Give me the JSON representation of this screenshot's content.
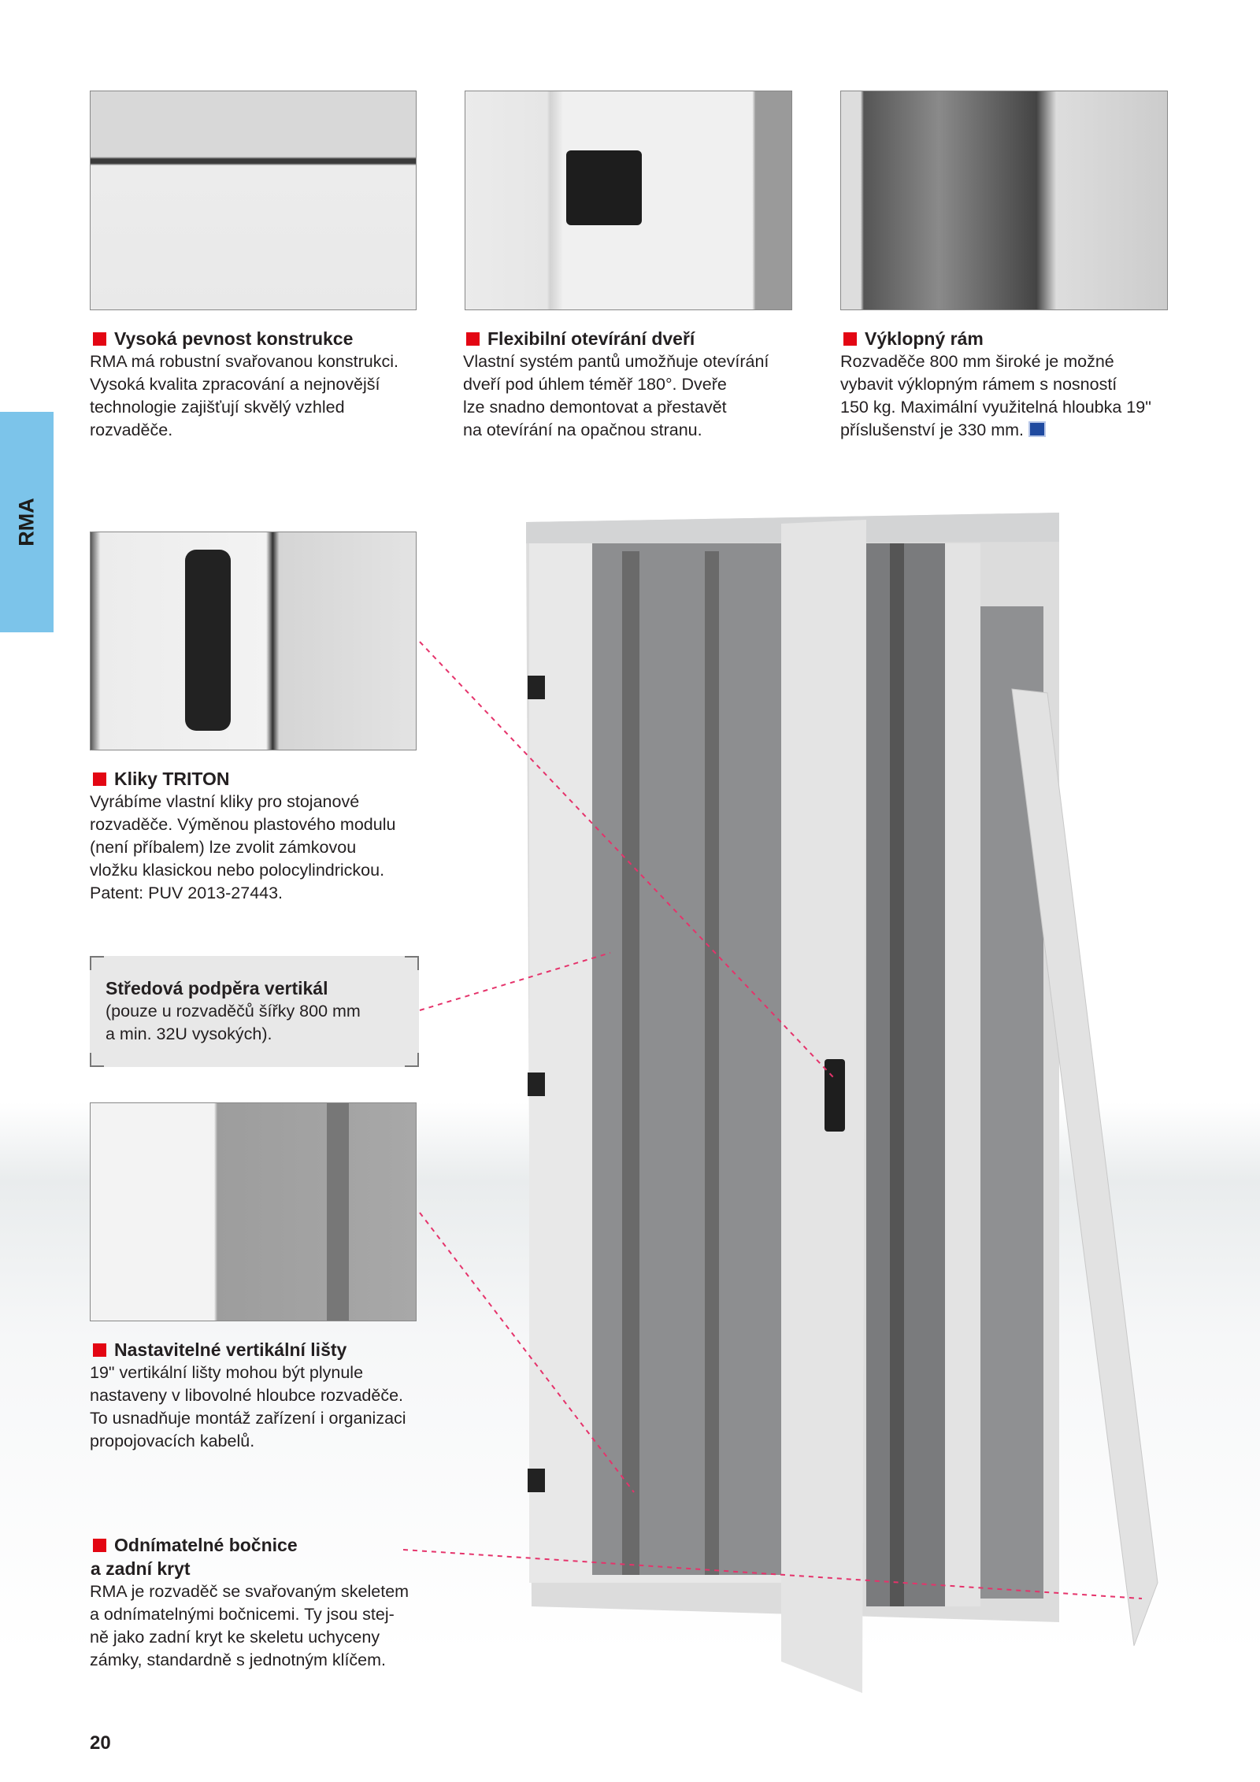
{
  "side_tab": "RMA",
  "features": [
    {
      "title": "Vysoká pevnost konstrukce",
      "lines": [
        "RMA má robustní svařovanou konstrukci.",
        "Vysoká kvalita zpracování a nejnovější",
        "technologie zajišťují skvělý vzhled",
        "rozvaděče."
      ]
    },
    {
      "title": "Flexibilní otevírání dveří",
      "lines": [
        "Vlastní systém pantů umožňuje otevírání",
        "dveří pod úhlem téměř 180°. Dveře",
        "lze snadno demontovat a přestavět",
        "na otevírání na opačnou stranu."
      ]
    },
    {
      "title": "Výklopný rám",
      "lines": [
        "Rozvaděče 800 mm široké je možné",
        "vybavit  výklopným rámem s nosností",
        "150 kg. Maximální využitelná hloubka 19\"",
        "příslušenství  je 330  mm."
      ],
      "link_icon": "external-link-icon"
    },
    {
      "title": "Kliky TRITON",
      "lines": [
        "Vyrábíme vlastní kliky pro stojanové",
        "rozvaděče. Výměnou plastového modulu",
        "(není příbalem) lze zvolit zámkovou",
        "vložku klasickou nebo polocylindrickou.",
        "Patent: PUV 2013-27443."
      ]
    },
    {
      "title": "Nastavitelné vertikální lišty",
      "lines": [
        "19\" vertikální lišty mohou být plynule",
        "nastaveny v libovolné hloubce rozvaděče.",
        "To usnadňuje montáž zařízení i organizaci",
        "propojovacích kabelů."
      ]
    },
    {
      "title": "Odnímatelné bočnice",
      "title2": "a zadní kryt",
      "lines": [
        "RMA je rozvaděč se svařovaným skeletem",
        "a odnímatelnými bočnicemi. Ty jsou stej-",
        "ně jako zadní kryt ke skeletu uchyceny",
        "zámky, standardně s jednotným klíčem."
      ]
    }
  ],
  "callout": {
    "title": "Středová podpěra vertikál",
    "lines": [
      "(pouze u rozvaděčů šířky 800 mm",
      "a min. 32U vysokých)."
    ]
  },
  "page_number": "20",
  "colors": {
    "accent": "#e30613",
    "tab": "#7cc4ea",
    "leader": "#e5336b"
  }
}
